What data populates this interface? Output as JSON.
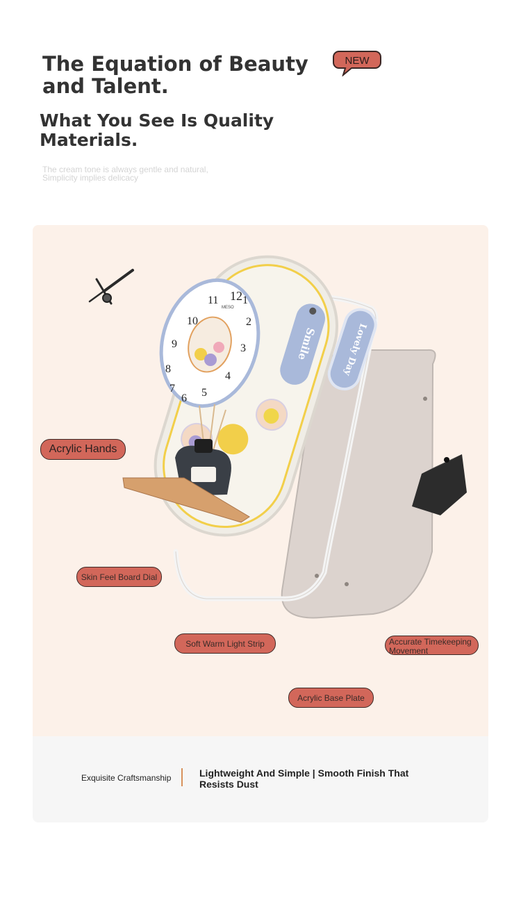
{
  "header": {
    "title": "The Equation of Beauty and Talent.",
    "badge": "NEW",
    "subtitle": "What You See Is Quality Materials.",
    "caption_lines": [
      "The cream tone is always gentle and natural,",
      "Simplicity implies delicacy"
    ]
  },
  "product": {
    "clock_numbers": [
      "12",
      "1",
      "2",
      "3",
      "4",
      "5",
      "6",
      "7",
      "8",
      "9",
      "10",
      "11"
    ],
    "brand_mark": "MESO",
    "plate_text_left": "Smile",
    "plate_text_right": "Lovely Day"
  },
  "labels": {
    "hands": "Acrylic Hands",
    "board": "Skin Feel Board Dial",
    "strip": "Soft Warm Light Strip",
    "movement": "Accurate Timekeeping Movement",
    "base": "Acrylic Base Plate"
  },
  "footer": {
    "left": "Exquisite Craftsmanship",
    "right": "Lightweight And Simple | Smooth Finish That Resists Dust"
  },
  "colors": {
    "label_fill": "#d2675a",
    "panel_bg": "#fcf1e9",
    "footer_bg": "#f6f6f6",
    "accent_yellow": "#f2cf4a",
    "accent_blue": "#a9b9da",
    "divider": "#d8915c"
  }
}
